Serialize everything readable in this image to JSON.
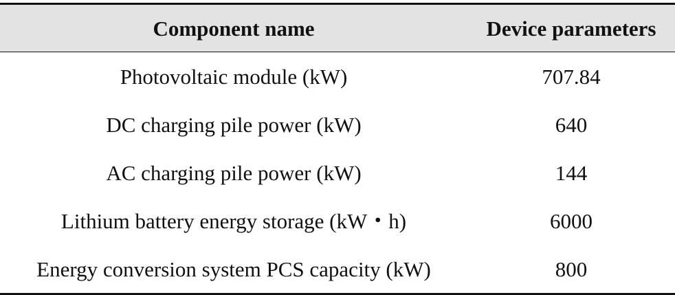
{
  "table": {
    "headers": [
      "Component name",
      "Device parameters"
    ],
    "rows": [
      [
        "Photovoltaic module (kW)",
        "707.84"
      ],
      [
        "DC charging pile power (kW)",
        "640"
      ],
      [
        "AC charging pile power (kW)",
        "144"
      ],
      [
        "Lithium battery energy storage (kW・h)",
        "6000"
      ],
      [
        "Energy conversion system PCS capacity (kW)",
        "800"
      ]
    ]
  }
}
